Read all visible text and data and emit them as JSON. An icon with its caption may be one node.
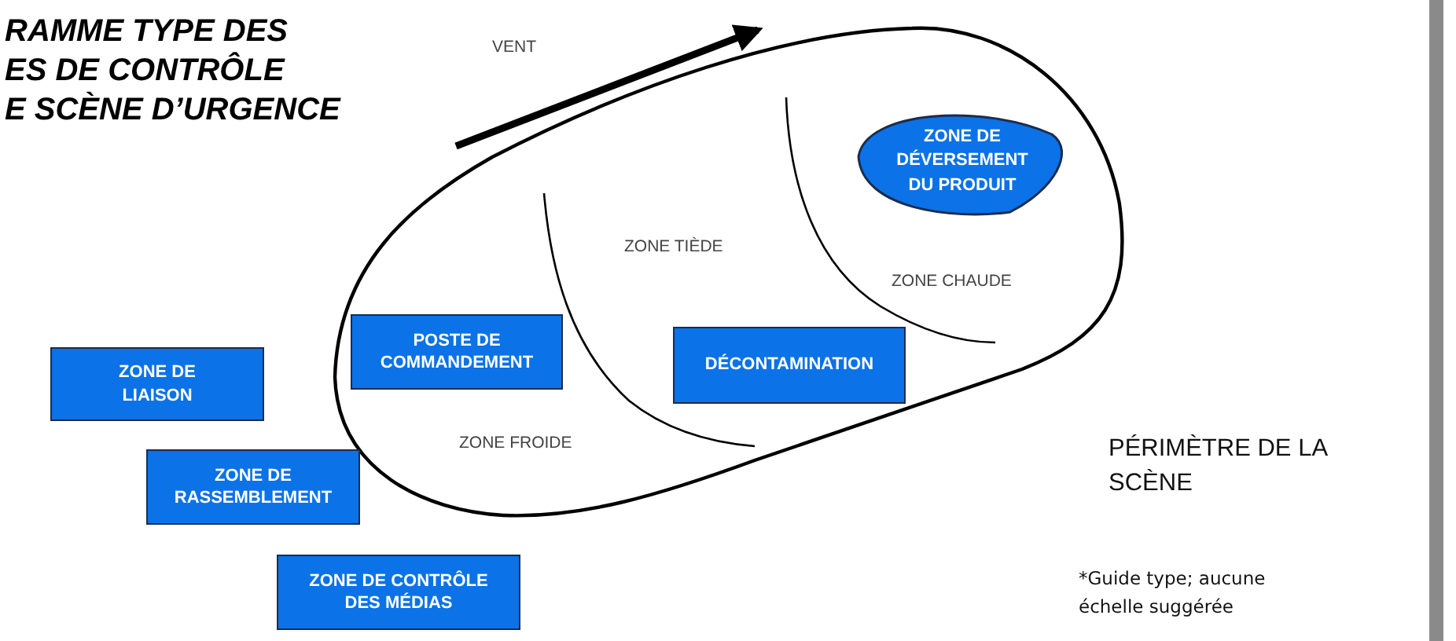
{
  "diagram": {
    "title": "RAMME TYPE DES ES DE CONTRÔLE E SCÈNE D’URGENCE",
    "nodes": [
      {
        "text": [],
        "shape": "oval"
      },
      {
        "text": [
          "ZONE DE DÉVERSEMENT DU PRODUIT"
        ],
        "in": 0
      },
      {
        "text": [
          "POSTE DE COMMANDEMENT"
        ],
        "in": 0
      },
      {
        "text": [
          "DÉCONTAMINATION"
        ],
        "in": 0
      },
      {
        "text": [
          "ZONE DE LIAISON"
        ]
      },
      {
        "text": [
          "ZONE DE RASSEMBLEMENT"
        ]
      },
      {
        "text": [
          "ZONE DE CONTRÔLE DES MÉDIAS"
        ]
      }
    ],
    "labels": [
      "VENT",
      "ZONE TIÈDE",
      "ZONE CHAUDE",
      "ZONE FROIDE",
      "PÉRIMÈTRE DE LA SCÈNE",
      "*Guide type; aucune échelle suggérée"
    ]
  }
}
